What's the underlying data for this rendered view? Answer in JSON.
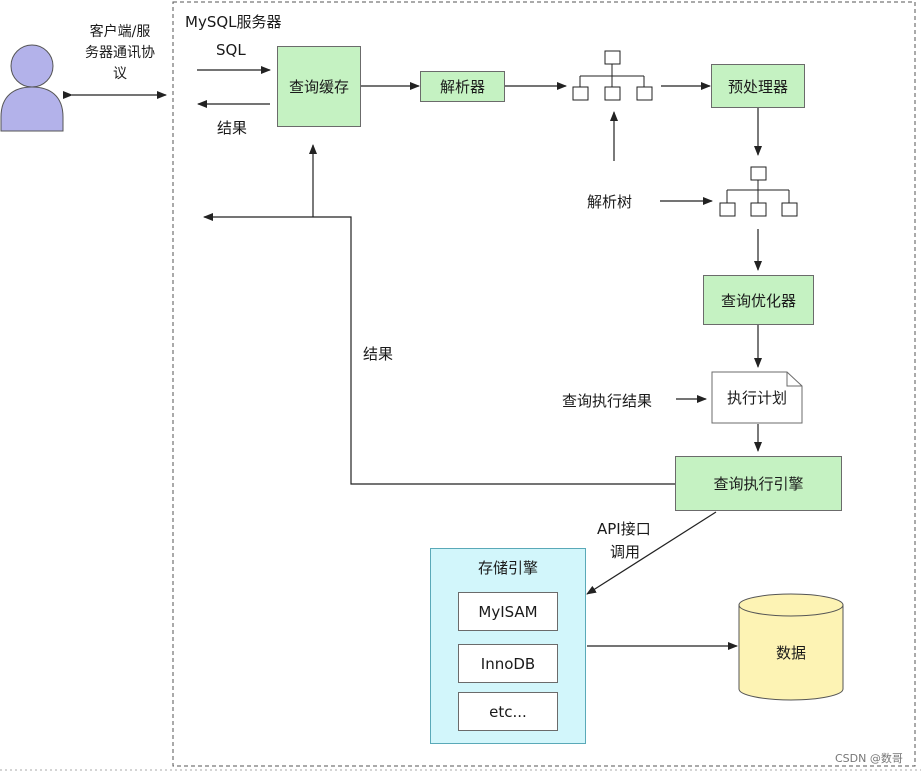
{
  "client": {
    "protocol_label_line1": "客户端/服",
    "protocol_label_line2": "务器通讯协",
    "protocol_label_line3": "议"
  },
  "server": {
    "title": "MySQL服务器"
  },
  "labels": {
    "sql": "SQL",
    "result_top": "结果",
    "result_side": "结果",
    "parse_tree": "解析树",
    "exec_result": "查询执行结果",
    "api_line1": "API接口",
    "api_line2": "调用"
  },
  "nodes": {
    "query_cache": "查询缓存",
    "parser": "解析器",
    "preprocessor": "预处理器",
    "optimizer": "查询优化器",
    "exec_plan": "执行计划",
    "exec_engine": "查询执行引擎"
  },
  "storage": {
    "title": "存储引擎",
    "engines": [
      "MyISAM",
      "InnoDB",
      "etc..."
    ]
  },
  "data_store": {
    "label": "数据"
  },
  "watermark": "CSDN @数哥",
  "colors": {
    "process_fill": "#c5f2c2",
    "storage_fill": "#d2f6fb",
    "storage_border": "#5aa9b8",
    "db_fill": "#fdf3b4",
    "person_fill": "#b3b2ea"
  }
}
